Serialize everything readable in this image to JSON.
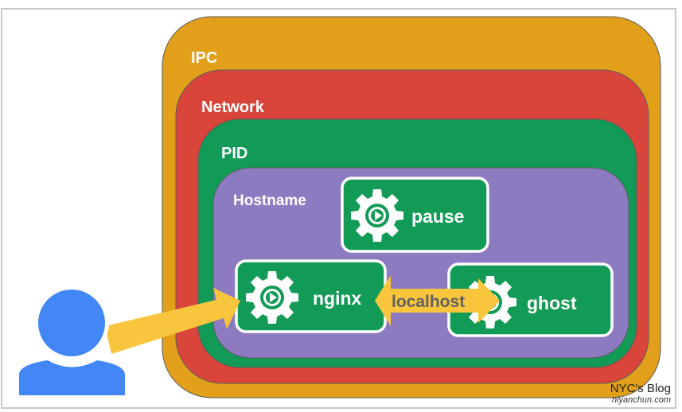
{
  "namespaces": [
    {
      "id": "ipc",
      "label": "IPC",
      "color": "#e2a01a"
    },
    {
      "id": "network",
      "label": "Network",
      "color": "#d9453a"
    },
    {
      "id": "pid",
      "label": "PID",
      "color": "#129b56"
    },
    {
      "id": "hostname",
      "label": "Hostname",
      "color": "#8d7bc2"
    }
  ],
  "containers": [
    {
      "id": "pause",
      "label": "pause",
      "icon": "gear-play-icon"
    },
    {
      "id": "nginx",
      "label": "nginx",
      "icon": "gear-play-icon"
    },
    {
      "id": "ghost",
      "label": "ghost",
      "icon": "gear-play-icon"
    }
  ],
  "container_color": "#129b56",
  "arrow_color": "#f9c53d",
  "user_color": "#4287f5",
  "localhost_label": "localhost",
  "watermark": {
    "title": "NYC's Blog",
    "subtitle": "niyanchun.com"
  }
}
